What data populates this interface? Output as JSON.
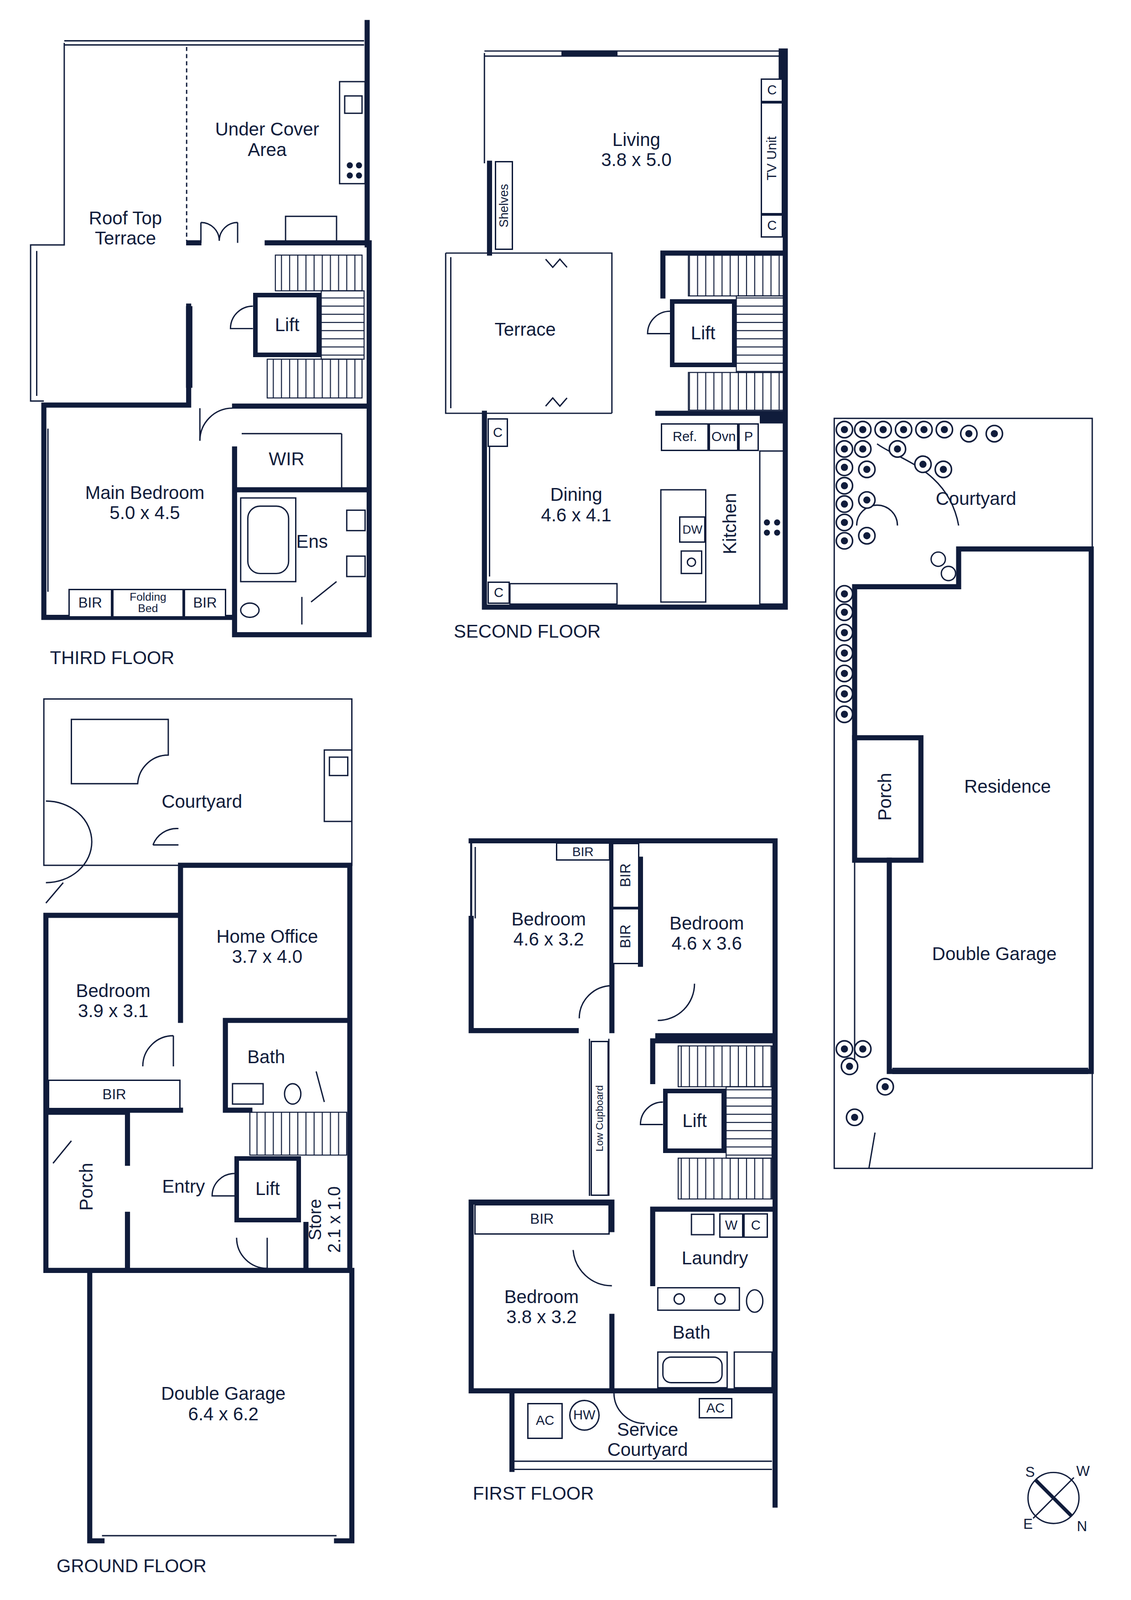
{
  "diagram": {
    "nodes": [
      {
        "text": [
          "Under Cover Area"
        ]
      },
      {
        "text": [
          "Roof Top Terrace"
        ]
      },
      {
        "text": [
          "Lift"
        ]
      },
      {
        "text": [
          "Main Bedroom",
          "5.0 x 4.5"
        ]
      },
      {
        "text": [
          "BIR"
        ],
        "in": 3
      },
      {
        "text": [
          "Folding Bed"
        ],
        "in": 3
      },
      {
        "text": [
          "BIR"
        ],
        "in": 3
      },
      {
        "text": [
          "WIR"
        ]
      },
      {
        "text": [
          "Ens"
        ]
      },
      {
        "text": [
          "Living",
          "3.8 x 5.0"
        ]
      },
      {
        "text": [
          "C"
        ],
        "in": 9
      },
      {
        "text": [
          "TV Unit"
        ],
        "in": 9
      },
      {
        "text": [
          "C"
        ],
        "in": 9
      },
      {
        "text": [
          "Shelves"
        ],
        "in": 9
      },
      {
        "text": [
          "Terrace"
        ]
      },
      {
        "text": [
          "Lift"
        ]
      },
      {
        "text": [
          "Ref."
        ]
      },
      {
        "text": [
          "Ovn"
        ]
      },
      {
        "text": [
          "P"
        ]
      },
      {
        "text": [
          "Dining",
          "4.6 x 4.1"
        ]
      },
      {
        "text": [
          "C"
        ],
        "in": 19
      },
      {
        "text": [
          "C"
        ],
        "in": 19
      },
      {
        "text": [
          "Kitchen"
        ]
      },
      {
        "text": [
          "DW"
        ],
        "in": 22
      },
      {
        "text": [
          "Courtyard"
        ]
      },
      {
        "text": [
          "Residence"
        ]
      },
      {
        "text": [
          "Porch"
        ],
        "in": 25
      },
      {
        "text": [
          "Double Garage"
        ],
        "in": 25
      },
      {
        "text": [
          "Courtyard"
        ]
      },
      {
        "text": [
          "Home Office",
          "3.7 x 4.0"
        ]
      },
      {
        "text": [
          "Bedroom",
          "3.9 x 3.1"
        ]
      },
      {
        "text": [
          "BIR"
        ],
        "in": 30
      },
      {
        "text": [
          "Bath"
        ]
      },
      {
        "text": [
          "Porch"
        ]
      },
      {
        "text": [
          "Entry"
        ]
      },
      {
        "text": [
          "Lift"
        ]
      },
      {
        "text": [
          "Store",
          "2.1 x 1.0"
        ]
      },
      {
        "text": [
          "Double Garage",
          "6.4 x 6.2"
        ]
      },
      {
        "text": [
          "Bedroom",
          "4.6 x 3.2"
        ]
      },
      {
        "text": [
          "BIR"
        ],
        "in": 38
      },
      {
        "text": [
          "BIR"
        ]
      },
      {
        "text": [
          "BIR"
        ]
      },
      {
        "text": [
          "Bedroom",
          "4.6 x 3.6"
        ]
      },
      {
        "text": [
          "Low Cupboard"
        ]
      },
      {
        "text": [
          "Lift"
        ]
      },
      {
        "text": [
          "Laundry"
        ]
      },
      {
        "text": [
          "W"
        ],
        "in": 45
      },
      {
        "text": [
          "C"
        ],
        "in": 45
      },
      {
        "text": [
          "Bedroom",
          "3.8 x 3.2"
        ]
      },
      {
        "text": [
          "BIR"
        ],
        "in": 48
      },
      {
        "text": [
          "Bath"
        ]
      },
      {
        "text": [
          "Service Courtyard"
        ]
      },
      {
        "text": [
          "AC"
        ],
        "in": 51
      },
      {
        "text": [
          "HW"
        ],
        "in": 51
      },
      {
        "text": [
          "AC"
        ],
        "in": 51
      }
    ],
    "labels": [
      "THIRD FLOOR",
      "SECOND FLOOR",
      "GROUND FLOOR",
      "FIRST FLOOR",
      "S",
      "W",
      "E",
      "N"
    ]
  }
}
